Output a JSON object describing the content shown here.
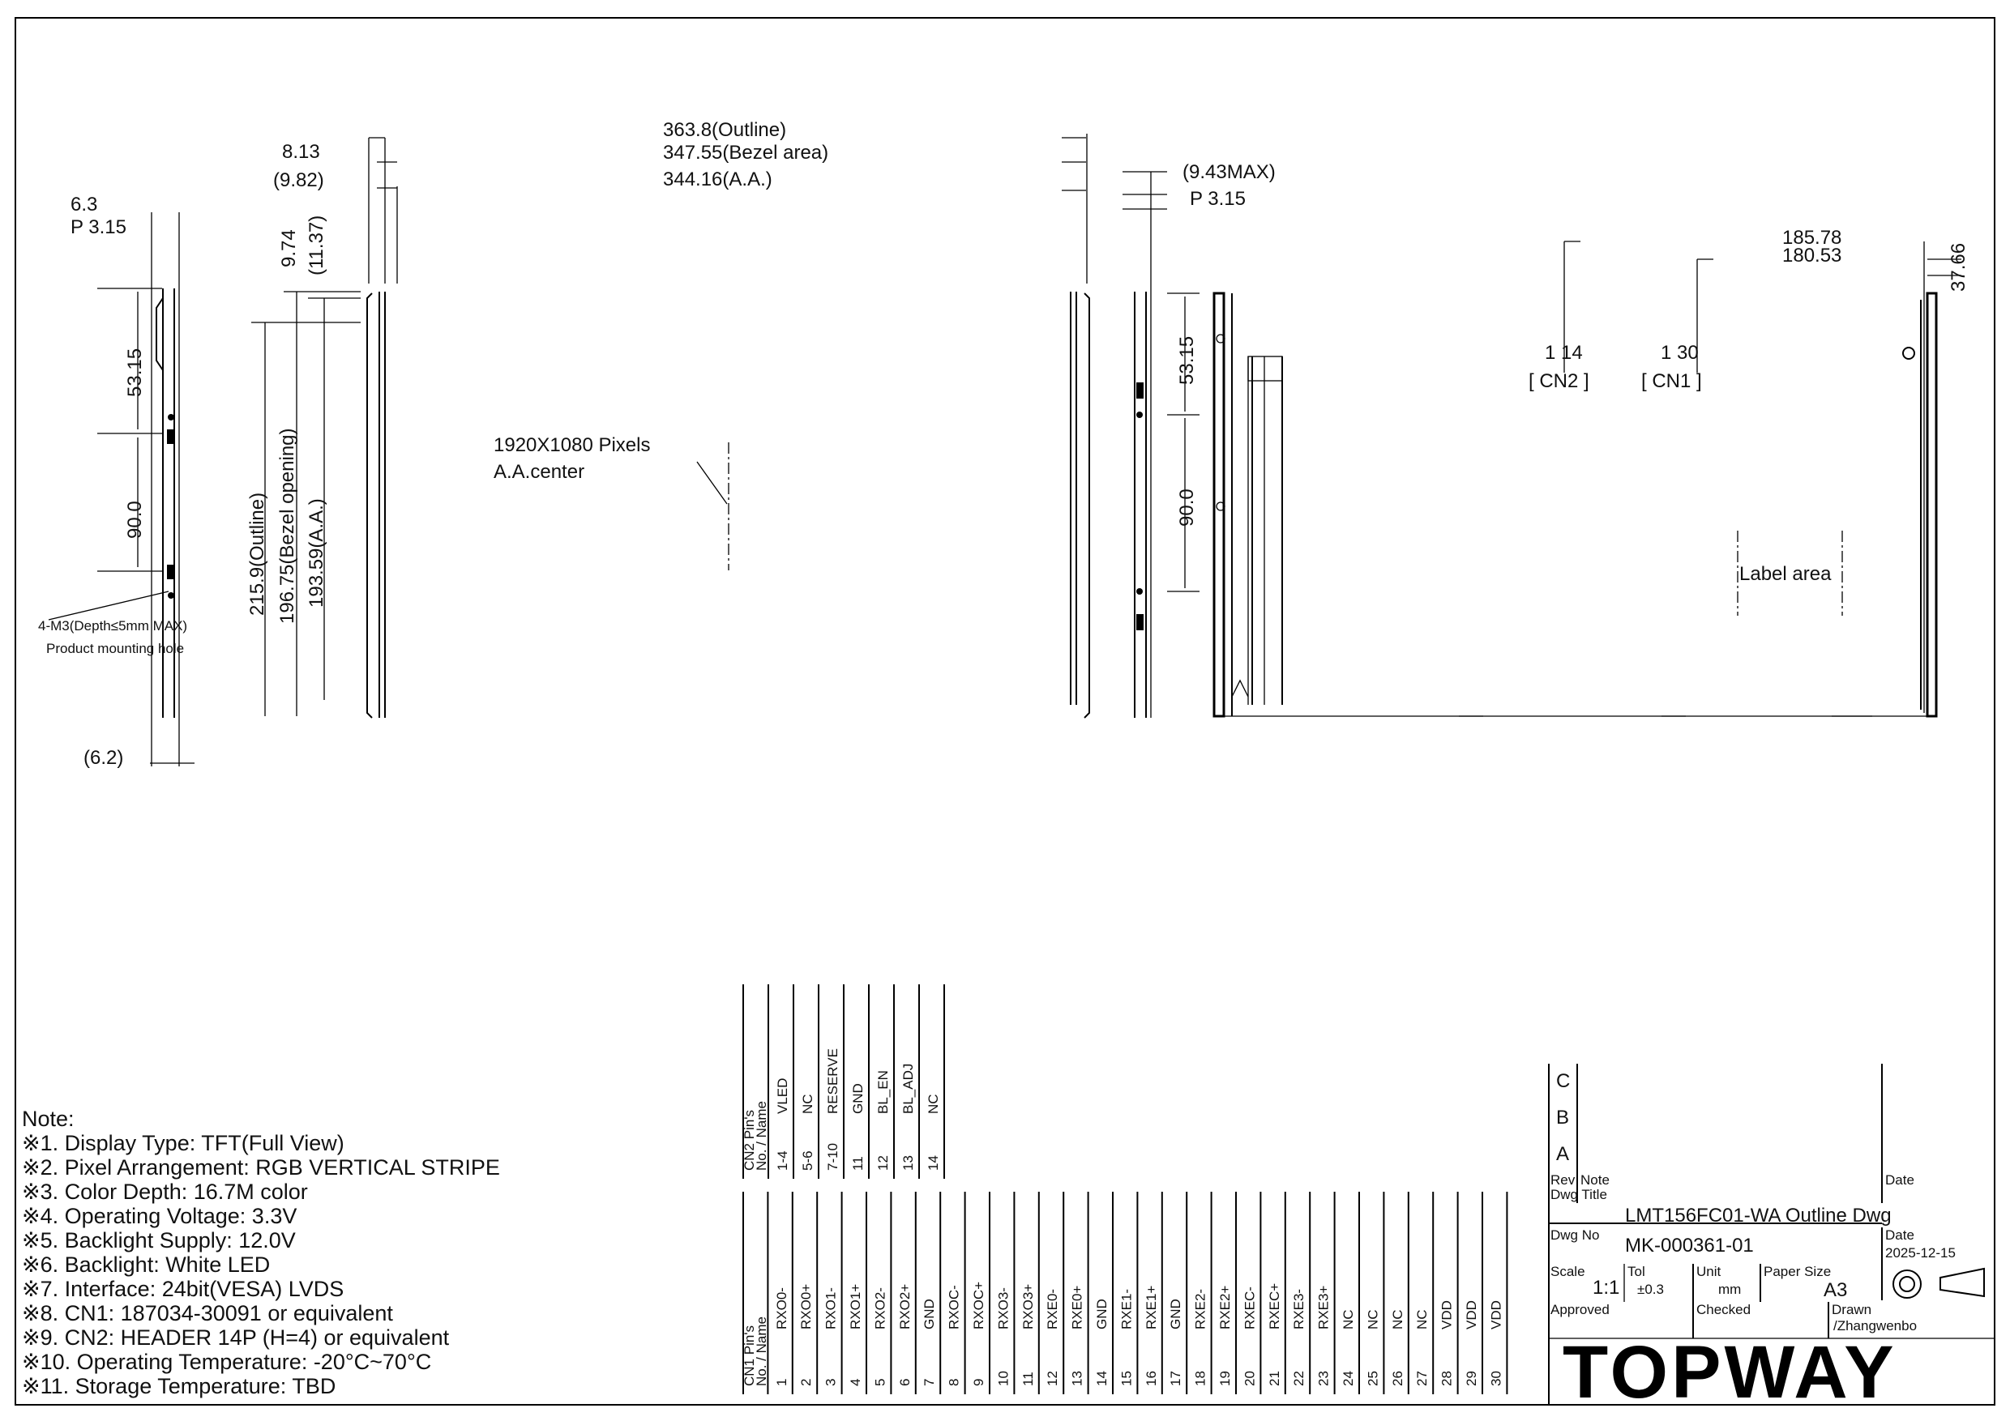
{
  "dimensions": {
    "side_left_thickness": "6.3",
    "side_left_pitch": "P 3.15",
    "side_left_bottom": "(6.2)",
    "side_left_hole_upper": "53.15",
    "side_left_hole_lower": "90.0",
    "mount_hole_spec": "4-M3(Depth≤5mm MAX)",
    "mount_hole_label": "Product mounting hole",
    "top_thickness": "8.13",
    "top_thickness_max": "(9.82)",
    "v_offset_bezel": "9.74",
    "v_offset_aa": "(11.37)",
    "height_outline": "215.9(Outline)",
    "height_bezel": "196.75(Bezel opening)",
    "height_aa": "193.59(A.A.)",
    "width_outline": "363.8(Outline)",
    "width_bezel": "347.55(Bezel area)",
    "width_aa": "344.16(A.A.)",
    "pixels": "1920X1080 Pixels",
    "aa_center": "A.A.center",
    "right_thickness_max": "(9.43MAX)",
    "right_pitch": "P 3.15",
    "right_hole_upper": "53.15",
    "right_hole_lower": "90.0",
    "rear_dim_1": "185.78",
    "rear_dim_2": "180.53",
    "rear_dim_3": "37.66",
    "cn2_pins": "1   14",
    "cn2_label": "[  CN2  ]",
    "cn1_pins": "1      30",
    "cn1_label": "[  CN1  ]",
    "label_area": "Label area"
  },
  "notes": {
    "title": "Note:",
    "items": [
      "※1. Display Type: TFT(Full View)",
      "※2. Pixel Arrangement: RGB VERTICAL STRIPE",
      "※3. Color Depth: 16.7M color",
      "※4. Operating Voltage: 3.3V",
      "※5. Backlight Supply: 12.0V",
      "※6. Backlight: White LED",
      "※7. Interface: 24bit(VESA) LVDS",
      "※8. CN1: 187034-30091 or equivalent",
      "※9. CN2: HEADER 14P (H=4) or equivalent",
      "※10. Operating Temperature: -20°C~70°C",
      "※11. Storage Temperature: TBD"
    ]
  },
  "cn2_table": {
    "header_no": "CN2 Pin's",
    "header_name": "No. / Name",
    "rows": [
      {
        "no": "1-4",
        "name": "VLED"
      },
      {
        "no": "5-6",
        "name": "NC"
      },
      {
        "no": "7-10",
        "name": "RESERVE"
      },
      {
        "no": "11",
        "name": "GND"
      },
      {
        "no": "12",
        "name": "BL_EN"
      },
      {
        "no": "13",
        "name": "BL_ADJ"
      },
      {
        "no": "14",
        "name": "NC"
      }
    ]
  },
  "cn1_table": {
    "header_no": "CN1 Pin's",
    "header_name": "No. / Name",
    "rows": [
      {
        "no": "1",
        "name": "RXO0-"
      },
      {
        "no": "2",
        "name": "RXO0+"
      },
      {
        "no": "3",
        "name": "RXO1-"
      },
      {
        "no": "4",
        "name": "RXO1+"
      },
      {
        "no": "5",
        "name": "RXO2-"
      },
      {
        "no": "6",
        "name": "RXO2+"
      },
      {
        "no": "7",
        "name": "GND"
      },
      {
        "no": "8",
        "name": "RXOC-"
      },
      {
        "no": "9",
        "name": "RXOC+"
      },
      {
        "no": "10",
        "name": "RXO3-"
      },
      {
        "no": "11",
        "name": "RXO3+"
      },
      {
        "no": "12",
        "name": "RXE0-"
      },
      {
        "no": "13",
        "name": "RXE0+"
      },
      {
        "no": "14",
        "name": "GND"
      },
      {
        "no": "15",
        "name": "RXE1-"
      },
      {
        "no": "16",
        "name": "RXE1+"
      },
      {
        "no": "17",
        "name": "GND"
      },
      {
        "no": "18",
        "name": "RXE2-"
      },
      {
        "no": "19",
        "name": "RXE2+"
      },
      {
        "no": "20",
        "name": "RXEC-"
      },
      {
        "no": "21",
        "name": "RXEC+"
      },
      {
        "no": "22",
        "name": "RXE3-"
      },
      {
        "no": "23",
        "name": "RXE3+"
      },
      {
        "no": "24",
        "name": "NC"
      },
      {
        "no": "25",
        "name": "NC"
      },
      {
        "no": "26",
        "name": "NC"
      },
      {
        "no": "27",
        "name": "NC"
      },
      {
        "no": "28",
        "name": "VDD"
      },
      {
        "no": "29",
        "name": "VDD"
      },
      {
        "no": "30",
        "name": "VDD"
      }
    ]
  },
  "title_block": {
    "revisions": [
      "C",
      "B",
      "A"
    ],
    "rev_label": "Rev",
    "note_label": "Note",
    "date_label": "Date",
    "dwg_title_label": "Dwg Title",
    "dwg_title": "LMT156FC01-WA Outline Dwg",
    "dwg_no_label": "Dwg No",
    "dwg_no": "MK-000361-01",
    "date_label_2": "Date",
    "date": "2025-12-15",
    "scale_label": "Scale",
    "scale": "1:1",
    "tol_label": "Tol",
    "tol": "±0.3",
    "unit_label": "Unit",
    "unit": "mm",
    "paper_label": "Paper Size",
    "paper": "A3",
    "approved_label": "Approved",
    "checked_label": "Checked",
    "drawn_label": "Drawn",
    "drawn_by": "/Zhangwenbo",
    "logo": "TOPWAY"
  }
}
